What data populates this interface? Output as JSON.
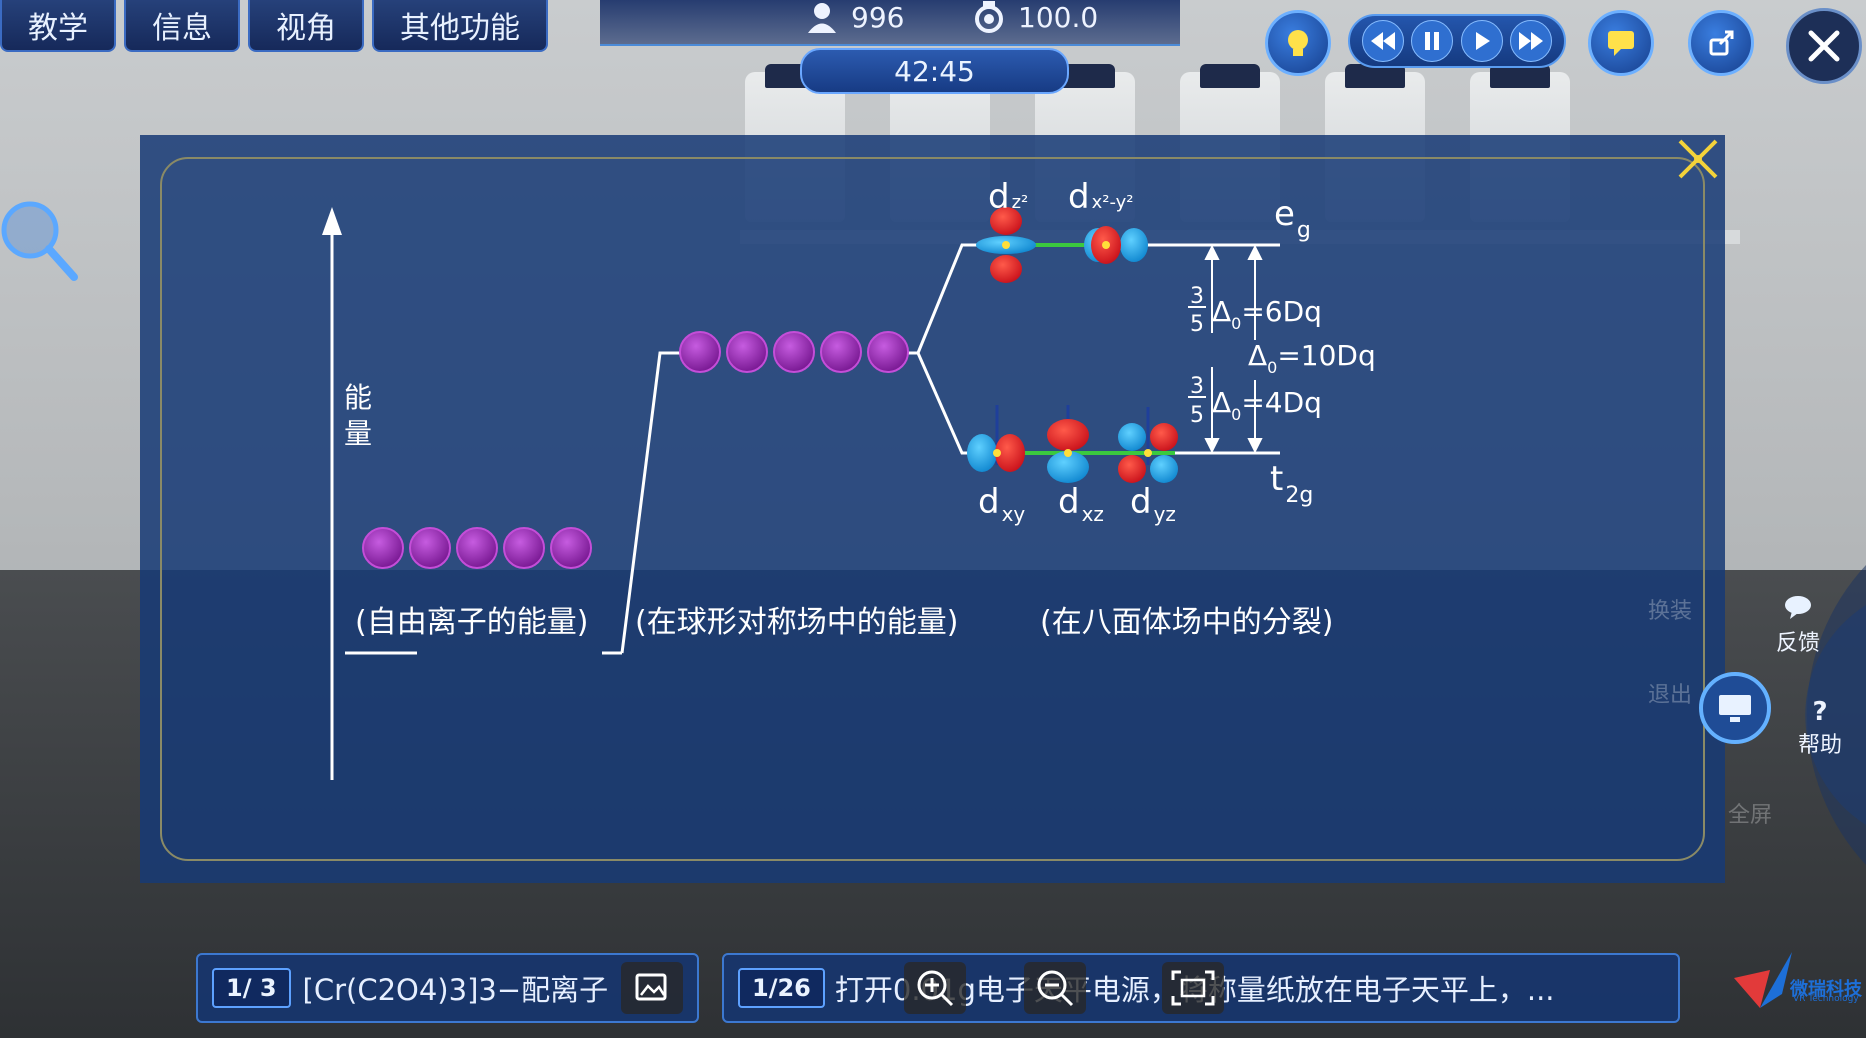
{
  "tabs": [
    "教学",
    "信息",
    "视角",
    "其他功能"
  ],
  "stats": {
    "users": "996",
    "score": "100.0",
    "timer": "42:45"
  },
  "diagram": {
    "energy_axis_label": [
      "能",
      "量"
    ],
    "stage_labels": [
      "(自由离子的能量)",
      "(在球形对称场中的能量)",
      "(在八面体场中的分裂)"
    ],
    "eg_label": {
      "main": "e",
      "sub": "g"
    },
    "t2g_label": {
      "main": "t",
      "sub": "2g"
    },
    "orbitals_top": [
      {
        "main": "d",
        "sub": "z²"
      },
      {
        "main": "d",
        "sub": "x²-y²"
      }
    ],
    "orbitals_bottom": [
      {
        "main": "d",
        "sub": "xy"
      },
      {
        "main": "d",
        "sub": "xz"
      },
      {
        "main": "d",
        "sub": "yz"
      }
    ],
    "split_upper": {
      "num": "3",
      "den": "5",
      "delta": "Δ",
      "sub": "0",
      "value": "=6Dq"
    },
    "split_total": {
      "delta": "Δ",
      "sub": "0",
      "value": "=10Dq"
    },
    "split_lower": {
      "num": "3",
      "den": "5",
      "delta": "Δ",
      "sub": "0",
      "value": "=4Dq"
    }
  },
  "radial_menu": {
    "feedback": "反馈",
    "help": "帮助",
    "help_glyph": "?",
    "swap": "换装",
    "exit": "退出",
    "fullscreen": "全屏"
  },
  "bottom_left": {
    "pager": "1/ 3",
    "text": "[Cr(C2O4)3]3−配离子..."
  },
  "bottom_right": {
    "pager": "1/26",
    "text": "打开0.01g电子天平电源，将称量纸放在电子天平上，..."
  },
  "logo": {
    "name": "微瑞科技",
    "sub": "VR Technology"
  },
  "colors": {
    "accent": "#3c78d0",
    "panel": "#173a76",
    "orbital_red": "#e5252a",
    "orbital_blue": "#19a6e8",
    "electron_purple": "#9b27b8"
  }
}
